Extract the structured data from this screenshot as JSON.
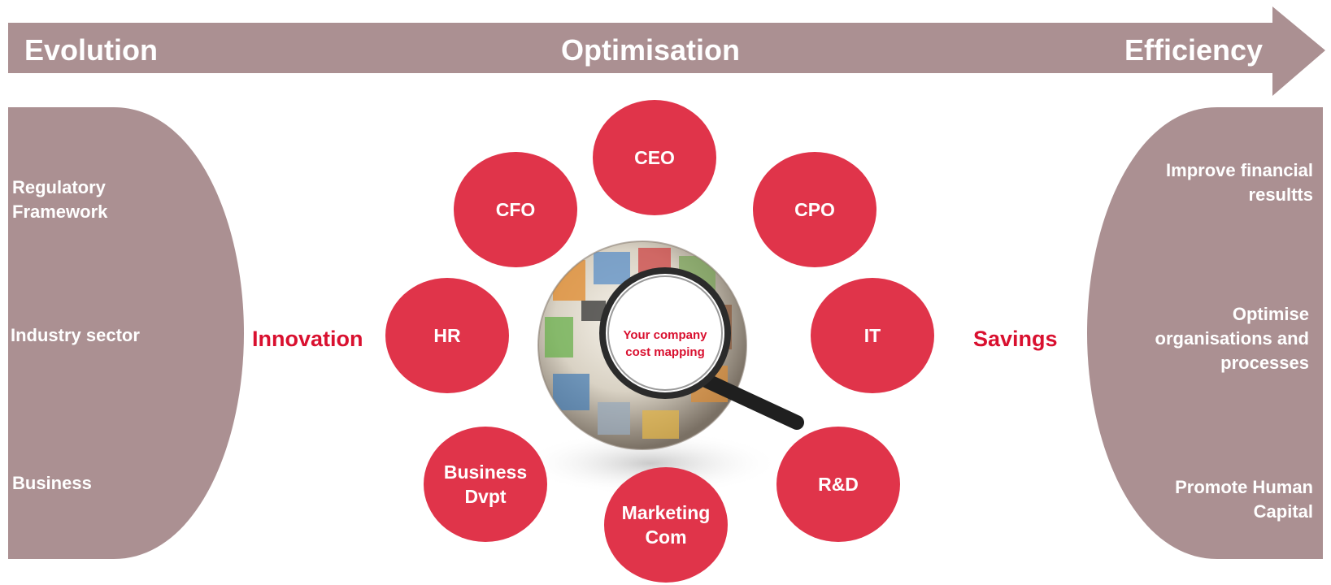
{
  "arrow": {
    "left_label": "Evolution",
    "center_label": "Optimisation",
    "right_label": "Efficiency",
    "color": "#ab9092"
  },
  "left_panel": {
    "items": [
      "Regulatory Framework",
      "Industry sector",
      "Business"
    ],
    "color": "#ab9092"
  },
  "right_panel": {
    "items": [
      "Improve financial resultts",
      "Optimise organisations and processes",
      "Promote Human Capital"
    ],
    "color": "#ab9092"
  },
  "keywords": {
    "left": "Innovation",
    "right": "Savings",
    "color": "#d9102f"
  },
  "roles": {
    "ceo": "CEO",
    "cfo": "CFO",
    "cpo": "CPO",
    "hr": "HR",
    "it": "IT",
    "business": "Business Dvpt",
    "marketing": "Marketing Com",
    "rd": "R&D",
    "color": "#e0344a"
  },
  "center": {
    "lens_text": "Your company cost mapping",
    "icon": "magnifying-glass-globe-icon"
  }
}
